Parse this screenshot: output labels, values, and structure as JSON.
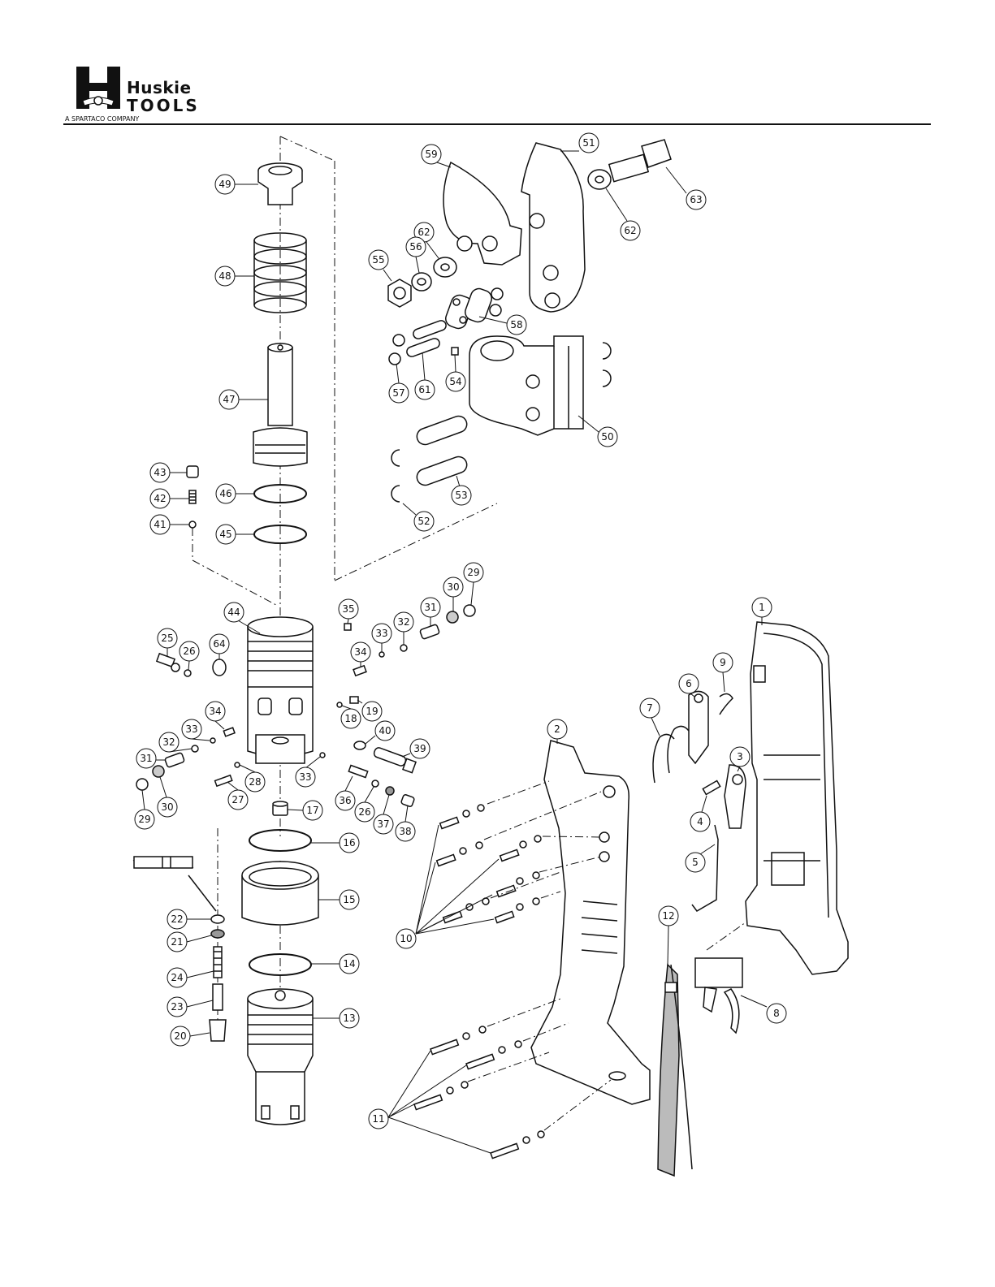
{
  "header": {
    "brand_word1": "Huskie",
    "brand_word2": "TOOLS",
    "brand_sub": "A SPARTACO COMPANY"
  },
  "colors": {
    "ink": "#111111",
    "fill": "#ffffff",
    "gray": "#d9d9d9"
  },
  "callouts": [
    "1",
    "2",
    "3",
    "4",
    "5",
    "6",
    "7",
    "8",
    "9",
    "10",
    "11",
    "12",
    "13",
    "14",
    "15",
    "16",
    "17",
    "18",
    "19",
    "20",
    "21",
    "22",
    "23",
    "24",
    "25",
    "26",
    "27",
    "28",
    "29",
    "30",
    "31",
    "32",
    "33",
    "34",
    "35",
    "36",
    "37",
    "38",
    "39",
    "40",
    "41",
    "42",
    "43",
    "44",
    "45",
    "46",
    "47",
    "48",
    "49",
    "50",
    "51",
    "52",
    "53",
    "54",
    "55",
    "56",
    "57",
    "58",
    "59",
    "61",
    "62",
    "63",
    "64"
  ]
}
